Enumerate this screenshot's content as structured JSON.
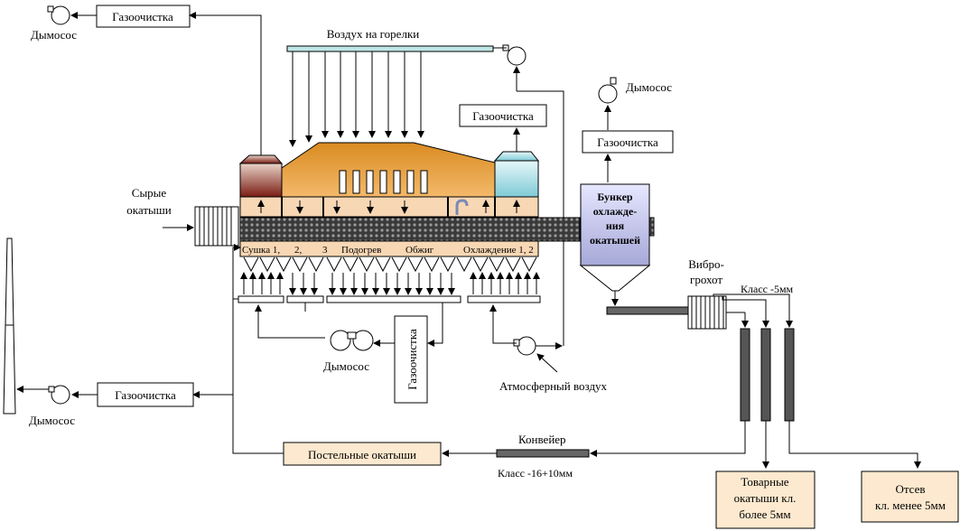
{
  "labels": {
    "gas_cleaning": "Газоочистка",
    "smoke_exhauster": "Дымосос",
    "air_to_burners": "Воздух на горелки",
    "raw_pellets_line1": "Сырые",
    "raw_pellets_line2": "окатыши",
    "bunker_line1": "Бункер",
    "bunker_line2": "охлажде-",
    "bunker_line3": "ния",
    "bunker_line4": "окатышей",
    "zones": {
      "drying": "Сушка 1,",
      "drying2": "2,",
      "drying3": "3",
      "heating": "Подогрев",
      "firing": "Обжиг",
      "cooling": "Охлаждение 1, 2"
    },
    "vibroscreen_line1": "Вибро-",
    "vibroscreen_line2": "грохот",
    "class_5mm": "Класс -5мм",
    "atmospheric_air": "Атмосферный воздух",
    "conveyor": "Конвейер",
    "class_16_10": "Класс -16+10мм",
    "bed_pellets": "Постельные окатыши",
    "commercial_line1": "Товарные",
    "commercial_line2": "окатыши кл.",
    "commercial_line3": "более 5мм",
    "screenings_line1": "Отсев",
    "screenings_line2": "кл. менее 5мм"
  },
  "colors": {
    "hood_orange": "#e8a53c",
    "box_peach": "#f8d7b4",
    "bed_dark": "#2e2e2e",
    "box_cream": "#fde9cf",
    "bunker_blue": "#c7c9ee",
    "cool_hood": "#a8dde6",
    "dry_hood": "#8c2b1e",
    "burner_bar": "#bfe6e6"
  }
}
